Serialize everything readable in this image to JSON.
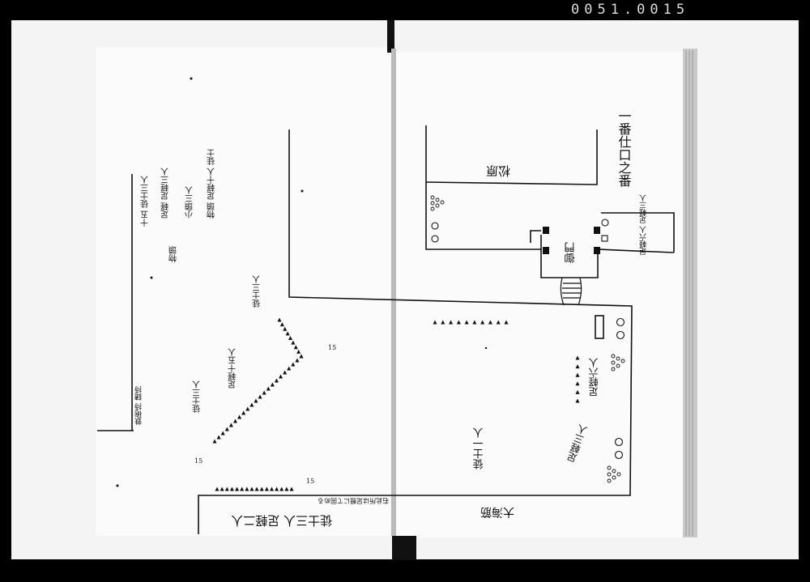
{
  "frame_number": "0051.0015",
  "labels": {
    "right_title": "一番仕口之番",
    "inner_box": "松原",
    "gate_label": "御門",
    "right_box_note": "足軽六人 足軽三人",
    "footsoldiers_one": "徒士一人",
    "footsoldiers_a": "足軽六人",
    "footsoldiers_b": "足軽三人",
    "sea": "大海筋",
    "bottom_left_row": "徒士三人 足軽二人",
    "bottom_note": "右此所は足軽にて固める",
    "center_left_a": "徒士三人",
    "center_left_b": "徒士三人",
    "center_note": "足軽十五人",
    "left_list_1": "十五 徒士三人",
    "left_list_2": "足軽 足軽三人",
    "left_list_3": "小頭三人",
    "left_list_4": "物頭 足軽十人 徒士",
    "left_list_5": "物頭",
    "left_bottom_note": "鉄砲持 鑓持",
    "count_15": "15"
  }
}
